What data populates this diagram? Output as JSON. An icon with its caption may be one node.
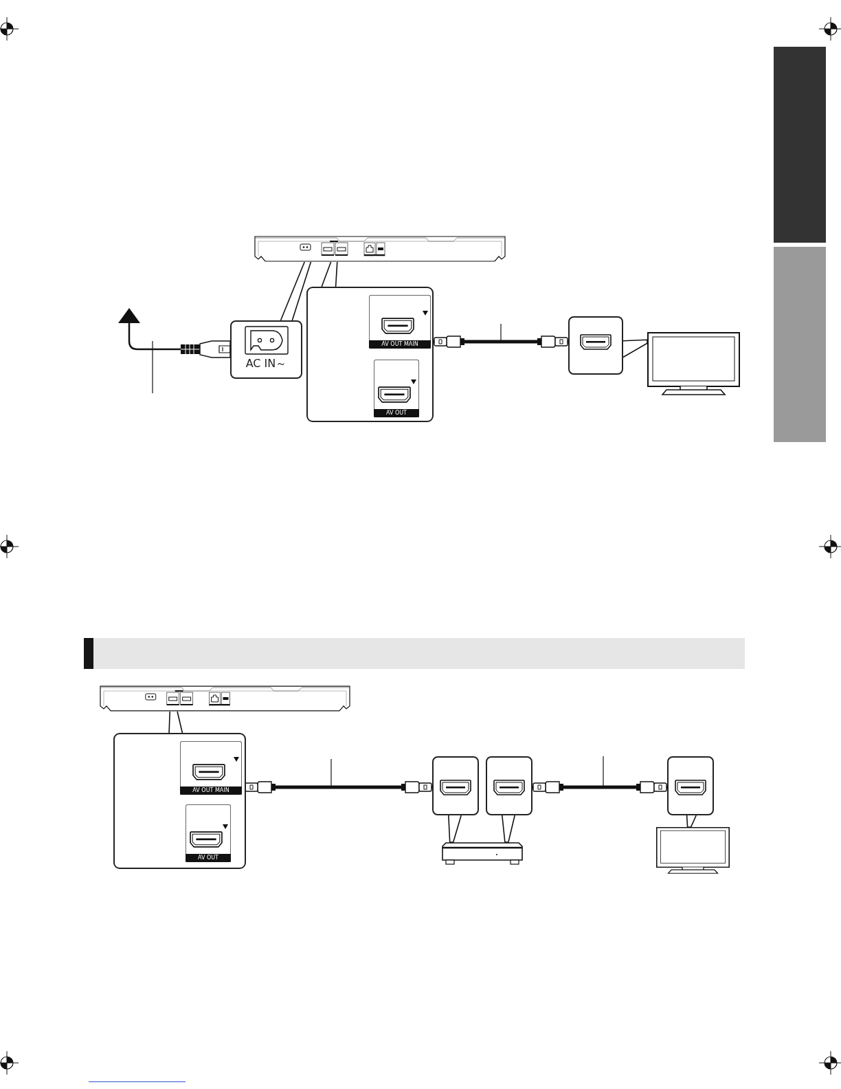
{
  "diagram": {
    "nodes": [
      {
        "text": [],
        "shape": "picture"
      },
      {
        "text": [
          "AC IN～"
        ]
      },
      {
        "text": [],
        "shape": "box"
      },
      {
        "text": [
          "AV OUT MAIN"
        ],
        "in": 2
      },
      {
        "text": [
          "AV OUT"
        ],
        "in": 2
      },
      {
        "text": [],
        "shape": "box"
      },
      {
        "text": [],
        "shape": "picture"
      },
      {
        "text": [],
        "shape": "picture"
      },
      {
        "text": [],
        "shape": "box"
      },
      {
        "text": [
          "AV OUT MAIN"
        ],
        "in": 8
      },
      {
        "text": [
          "AV OUT"
        ],
        "in": 8
      },
      {
        "text": [],
        "shape": "box"
      },
      {
        "text": [],
        "shape": "box"
      },
      {
        "text": [],
        "shape": "box"
      },
      {
        "text": [],
        "shape": "picture"
      },
      {
        "text": [],
        "shape": "picture"
      },
      {
        "text": [],
        "shape": "box"
      },
      {
        "text": [],
        "shape": "box"
      }
    ],
    "edges": [
      {
        "from": 0,
        "to": 1,
        "arrow": "none"
      },
      {
        "from": 0,
        "to": 1,
        "arrow": "none"
      },
      {
        "from": 0,
        "to": 2,
        "arrow": "none"
      },
      {
        "from": 0,
        "to": 2,
        "arrow": "none"
      },
      {
        "from": 1,
        "to": null,
        "arrow": "to"
      },
      {
        "from": 3,
        "to": 5,
        "arrow": "other",
        "style": "thick"
      },
      {
        "from": 5,
        "to": 6,
        "arrow": "none"
      },
      {
        "from": 7,
        "to": 8,
        "arrow": "none"
      },
      {
        "from": 7,
        "to": 8,
        "arrow": "none"
      },
      {
        "from": 9,
        "to": 11,
        "arrow": "other",
        "style": "thick"
      },
      {
        "from": 11,
        "to": 14,
        "arrow": "none"
      },
      {
        "from": 12,
        "to": 14,
        "arrow": "none"
      },
      {
        "from": 12,
        "to": 13,
        "arrow": "other",
        "style": "thick"
      },
      {
        "from": 13,
        "to": 15,
        "arrow": "none"
      }
    ]
  }
}
